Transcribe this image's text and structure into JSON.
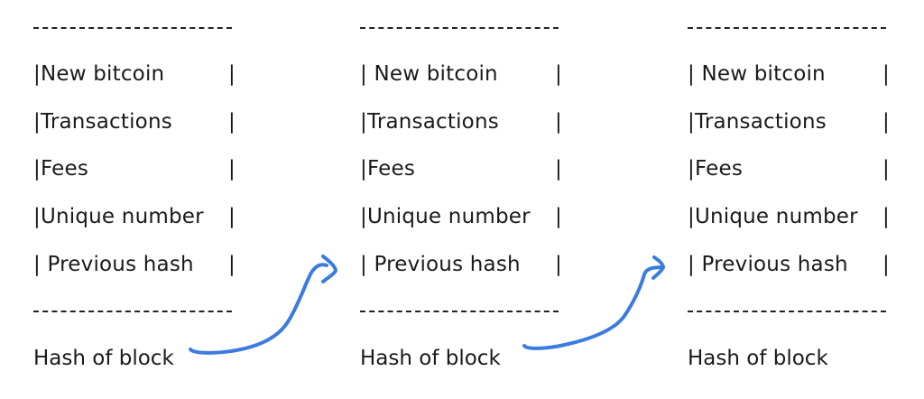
{
  "diagram": {
    "title": "",
    "blocks": [
      {
        "fields": [
          "|New bitcoin",
          "|Transactions",
          "|Fees",
          "|Unique number",
          "| Previous hash"
        ],
        "right_bar": "|",
        "footer": "Hash of block"
      },
      {
        "fields": [
          "| New bitcoin",
          "|Transactions",
          "|Fees",
          "|Unique number",
          "| Previous hash"
        ],
        "right_bar": "|",
        "footer": "Hash of block"
      },
      {
        "fields": [
          "| New bitcoin",
          "|Transactions",
          "|Fees",
          "|Unique number",
          "| Previous hash"
        ],
        "right_bar": "|",
        "footer": "Hash of block"
      }
    ],
    "arrows": [
      {
        "from": "block-1 hash of block",
        "to": "block-2 previous hash"
      },
      {
        "from": "block-2 hash of block",
        "to": "block-3 previous hash"
      }
    ],
    "colors": {
      "text": "#1a1a1a",
      "arrow": "#3b7be0",
      "background": "#ffffff"
    }
  }
}
